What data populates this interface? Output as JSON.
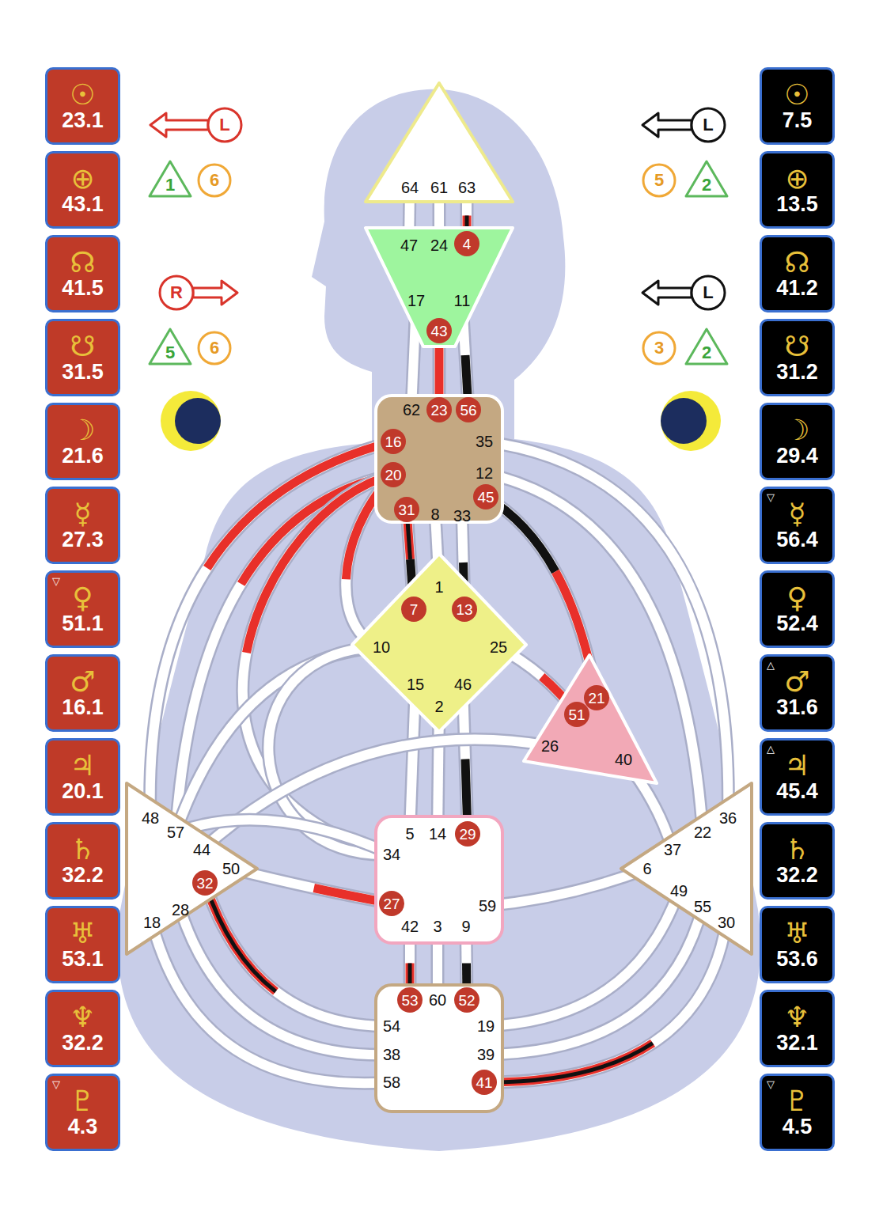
{
  "diagram": {
    "nodes": [
      {
        "text": [
          "64",
          "61",
          "63"
        ]
      },
      {
        "text": [
          "47",
          "24",
          "4",
          "17",
          "11",
          "43"
        ]
      },
      {
        "text": [
          "62",
          "23",
          "56",
          "16",
          "35",
          "20",
          "12",
          "31",
          "8",
          "33",
          "45"
        ]
      },
      {
        "text": [
          "1",
          "7",
          "13",
          "10",
          "25",
          "15",
          "2",
          "46"
        ]
      },
      {
        "text": [
          "21",
          "51",
          "26",
          "40"
        ]
      },
      {
        "text": [
          "48",
          "57",
          "44",
          "50",
          "32",
          "28",
          "18"
        ]
      },
      {
        "text": [
          "36",
          "22",
          "37",
          "6",
          "49",
          "55",
          "30"
        ]
      },
      {
        "text": [
          "5",
          "14",
          "29",
          "34",
          "27",
          "59",
          "42",
          "3",
          "9"
        ]
      },
      {
        "text": [
          "53",
          "60",
          "52",
          "54",
          "19",
          "38",
          "39",
          "58",
          "41"
        ]
      },
      {
        "text": [
          "☉",
          "23.1"
        ]
      },
      {
        "text": [
          "⊕",
          "43.1"
        ]
      },
      {
        "text": [
          "☊",
          "41.5"
        ]
      },
      {
        "text": [
          "☋",
          "31.5"
        ]
      },
      {
        "text": [
          "☽",
          "21.6"
        ]
      },
      {
        "text": [
          "☿",
          "27.3"
        ]
      },
      {
        "text": [
          "▽",
          "♀",
          "51.1"
        ]
      },
      {
        "text": [
          "♂",
          "16.1"
        ]
      },
      {
        "text": [
          "♃",
          "20.1"
        ]
      },
      {
        "text": [
          "♄",
          "32.2"
        ]
      },
      {
        "text": [
          "♅",
          "53.1"
        ]
      },
      {
        "text": [
          "♆",
          "32.2"
        ]
      },
      {
        "text": [
          "▽",
          "♇",
          "4.3"
        ]
      },
      {
        "text": [
          "☉",
          "7.5"
        ]
      },
      {
        "text": [
          "⊕",
          "13.5"
        ]
      },
      {
        "text": [
          "☊",
          "41.2"
        ]
      },
      {
        "text": [
          "☋",
          "31.2"
        ]
      },
      {
        "text": [
          "☽",
          "29.4"
        ]
      },
      {
        "text": [
          "▽",
          "☿",
          "56.4"
        ]
      },
      {
        "text": [
          "♀",
          "52.4"
        ]
      },
      {
        "text": [
          "△",
          "♂",
          "31.6"
        ]
      },
      {
        "text": [
          "△",
          "♃",
          "45.4"
        ]
      },
      {
        "text": [
          "♄",
          "32.2"
        ]
      },
      {
        "text": [
          "♅",
          "53.6"
        ]
      },
      {
        "text": [
          "♆",
          "32.1"
        ]
      },
      {
        "text": [
          "▽",
          "♇",
          "4.5"
        ]
      },
      {
        "text": [
          "L"
        ]
      },
      {
        "text": [
          "1"
        ]
      },
      {
        "text": [
          "6"
        ]
      },
      {
        "text": [
          "R"
        ]
      },
      {
        "text": [
          "5"
        ]
      },
      {
        "text": [
          "6"
        ]
      },
      {
        "text": [
          "L"
        ]
      },
      {
        "text": [
          "5"
        ]
      },
      {
        "text": [
          "2"
        ]
      },
      {
        "text": [
          "L"
        ]
      },
      {
        "text": [
          "3"
        ]
      },
      {
        "text": [
          "2"
        ]
      }
    ],
    "edges": [
      {
        "from": 0,
        "to": 1,
        "arrow": "none"
      },
      {
        "from": 0,
        "to": 1,
        "arrow": "none"
      },
      {
        "from": 0,
        "to": 1,
        "arrow": "none"
      },
      {
        "from": 1,
        "to": 2,
        "arrow": "none"
      },
      {
        "from": 1,
        "to": 2,
        "arrow": "none"
      },
      {
        "from": 1,
        "to": 2,
        "arrow": "none"
      },
      {
        "from": 2,
        "to": 5,
        "arrow": "none"
      },
      {
        "from": 2,
        "to": 5,
        "arrow": "none"
      },
      {
        "from": 2,
        "to": 7,
        "arrow": "none"
      },
      {
        "from": 2,
        "to": 3,
        "arrow": "none"
      },
      {
        "from": 2,
        "to": 3,
        "arrow": "none"
      },
      {
        "from": 2,
        "to": 3,
        "arrow": "none"
      },
      {
        "from": 2,
        "to": 3,
        "arrow": "none"
      },
      {
        "from": 2,
        "to": 4,
        "arrow": "none"
      },
      {
        "from": 2,
        "to": 6,
        "arrow": "none"
      },
      {
        "from": 2,
        "to": 6,
        "arrow": "none"
      },
      {
        "from": 3,
        "to": 5,
        "arrow": "none"
      },
      {
        "from": 3,
        "to": 7,
        "arrow": "none"
      },
      {
        "from": 3,
        "to": 4,
        "arrow": "none"
      },
      {
        "from": 3,
        "to": 7,
        "arrow": "none"
      },
      {
        "from": 3,
        "to": 7,
        "arrow": "none"
      },
      {
        "from": 3,
        "to": 7,
        "arrow": "none"
      },
      {
        "from": 4,
        "to": 5,
        "arrow": "none"
      },
      {
        "from": 4,
        "to": 6,
        "arrow": "none"
      },
      {
        "from": 7,
        "to": 5,
        "arrow": "none"
      },
      {
        "from": 7,
        "to": 5,
        "arrow": "none"
      },
      {
        "from": 7,
        "to": 6,
        "arrow": "none"
      },
      {
        "from": 7,
        "to": 8,
        "arrow": "none"
      },
      {
        "from": 7,
        "to": 8,
        "arrow": "none"
      },
      {
        "from": 7,
        "to": 8,
        "arrow": "none"
      },
      {
        "from": 5,
        "to": 8,
        "arrow": "none"
      },
      {
        "from": 5,
        "to": 8,
        "arrow": "none"
      },
      {
        "from": 5,
        "to": 8,
        "arrow": "none"
      },
      {
        "from": 8,
        "to": 6,
        "arrow": "none"
      },
      {
        "from": 8,
        "to": 6,
        "arrow": "none"
      },
      {
        "from": 8,
        "to": 6,
        "arrow": "none"
      }
    ]
  }
}
